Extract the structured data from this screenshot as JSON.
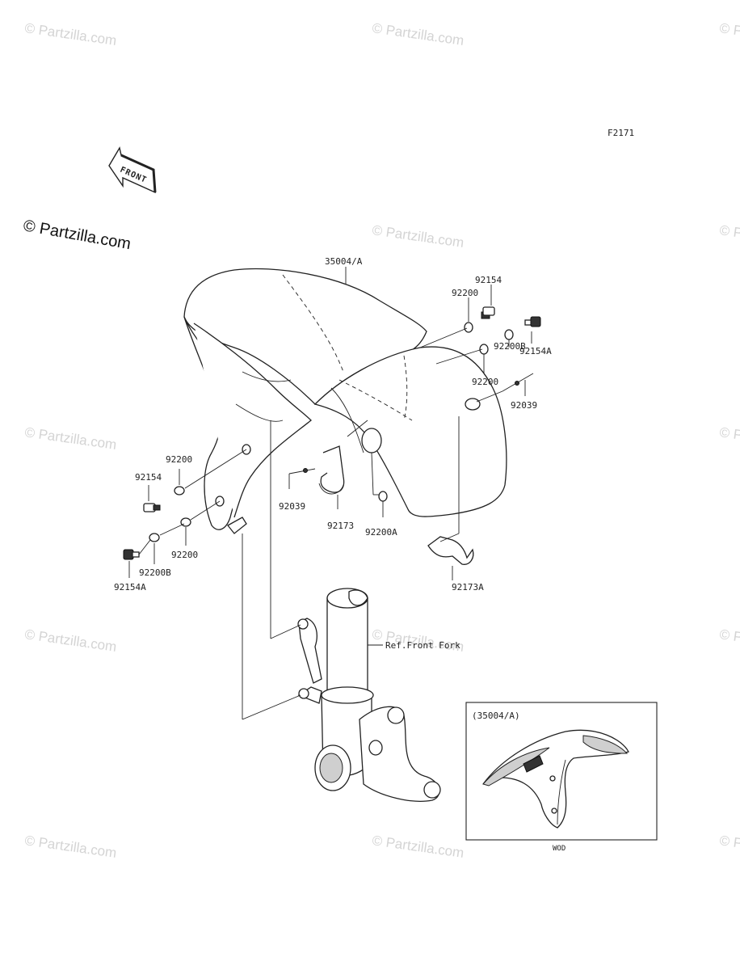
{
  "figure_code": "F2171",
  "front_arrow_text": "FRONT",
  "copyright_mark": "© Partzilla.com",
  "watermark_text": "© Partzilla.com",
  "inset": {
    "title": "(35004/A)",
    "caption": "WOD"
  },
  "callouts": {
    "fender": "35004/A",
    "washer_rt_top": "92200",
    "bolt_rt_top": "92154",
    "bolt_rt_a": "92154A",
    "washer_rt_b": "92200B",
    "washer_rt_mid": "92200",
    "clip_rt": "92039",
    "washer_lt_top": "92200",
    "bolt_lt": "92154",
    "washer_lt_bot": "92200",
    "washer_lt_b": "92200B",
    "bolt_lt_a": "92154A",
    "clip_lt": "92039",
    "clamp": "92173",
    "washer_a": "92200A",
    "clamp_a": "92173A",
    "fork_ref": "Ref.Front Fork"
  }
}
